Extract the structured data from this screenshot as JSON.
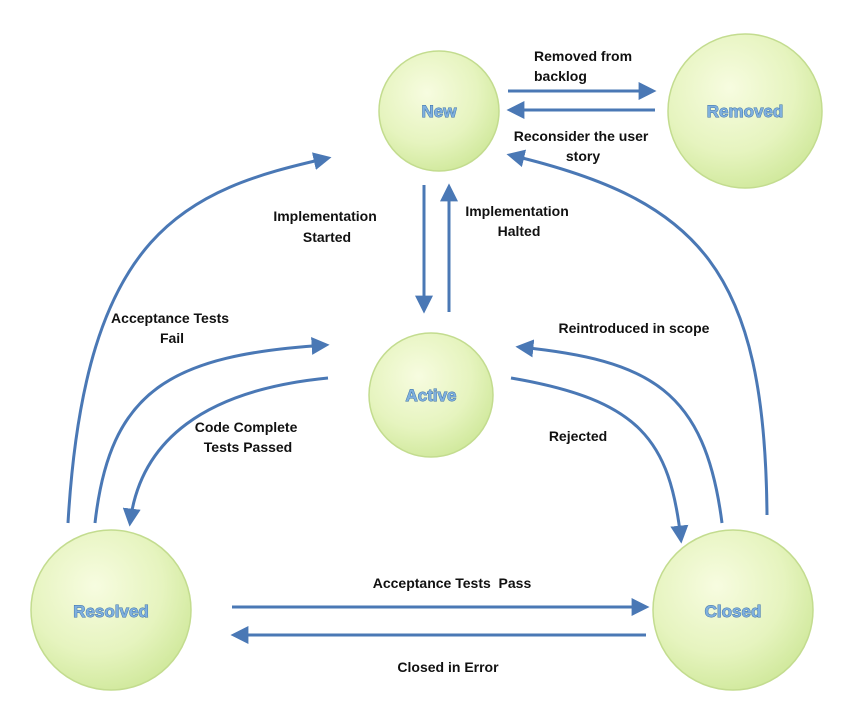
{
  "states": {
    "new": "New",
    "removed": "Removed",
    "active": "Active",
    "resolved": "Resolved",
    "closed": "Closed"
  },
  "transitions": {
    "removed_from_backlog": [
      "Removed from",
      "backlog"
    ],
    "reconsider_user_story": [
      "Reconsider the user",
      "story"
    ],
    "implementation_started": [
      "Implementation",
      "Started"
    ],
    "implementation_halted": [
      "Implementation",
      "Halted"
    ],
    "acceptance_tests_fail": [
      "Acceptance Tests",
      "Fail"
    ],
    "reintroduced_in_scope": [
      "Reintroduced in scope"
    ],
    "code_complete_tests_passed": [
      "Code Complete",
      "Tests Passed"
    ],
    "rejected": [
      "Rejected"
    ],
    "acceptance_tests_pass": [
      "Acceptance Tests  Pass"
    ],
    "closed_in_error": [
      "Closed in Error"
    ]
  },
  "colors": {
    "node_fill_light": "#f6fbdc",
    "node_fill_dark": "#cfe89a",
    "node_stroke": "#c3dc8f",
    "arrow": "#4a78b5",
    "node_text": "#7fb0de"
  }
}
